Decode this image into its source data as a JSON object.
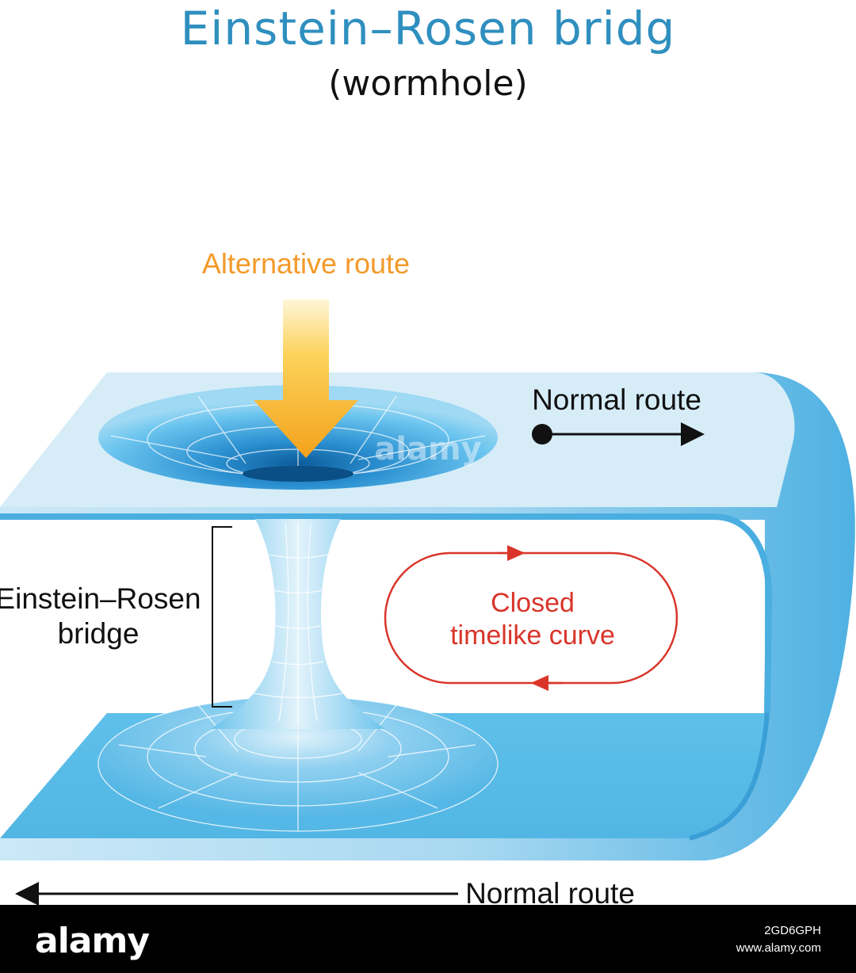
{
  "title": "Einstein–Rosen bridg",
  "subtitle": "(wormhole)",
  "labels": {
    "alternative_route": "Alternative route",
    "normal_route_top": "Normal route",
    "bridge_line1": "Einstein–Rosen",
    "bridge_line2": "bridge",
    "ctc_line1": "Closed",
    "ctc_line2": "timelike curve",
    "normal_route_bottom": "Normal route"
  },
  "watermark": "alamy",
  "footer": {
    "logo": "alamy",
    "image_id": "2GD6GPH",
    "site": "www.alamy.com"
  },
  "colors": {
    "sheet_top": "#d6edf8",
    "sheet_bottom": "#5cbde8",
    "accent_title": "#2f8fbf",
    "arrow_orange": "#f6a623",
    "curve_red": "#d9352a"
  }
}
